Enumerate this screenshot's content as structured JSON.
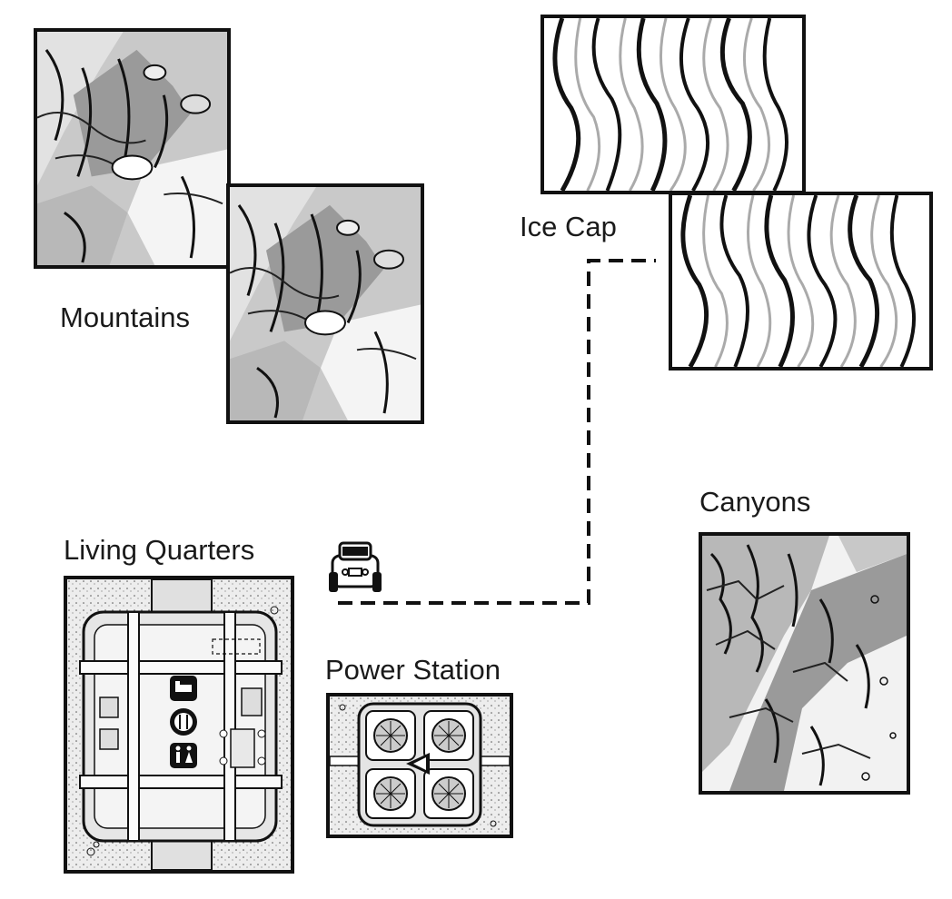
{
  "locations": {
    "mountains": {
      "label": "Mountains"
    },
    "ice_cap": {
      "label": "Ice Cap"
    },
    "canyons": {
      "label": "Canyons"
    },
    "living_quarters": {
      "label": "Living Quarters"
    },
    "power_station": {
      "label": "Power Station"
    }
  },
  "icons": {
    "rover": "rover-icon",
    "bed": "bed-icon",
    "dining": "fork-knife-icon",
    "restroom": "restroom-icon",
    "fan": "fan-icon",
    "direction": "triangle-arrow-icon"
  },
  "colors": {
    "ink": "#111111",
    "rock_dark": "#8f8f8f",
    "rock_mid": "#b4b4b4",
    "rock_light": "#d6d6d6",
    "ground": "#e6e6e6"
  }
}
